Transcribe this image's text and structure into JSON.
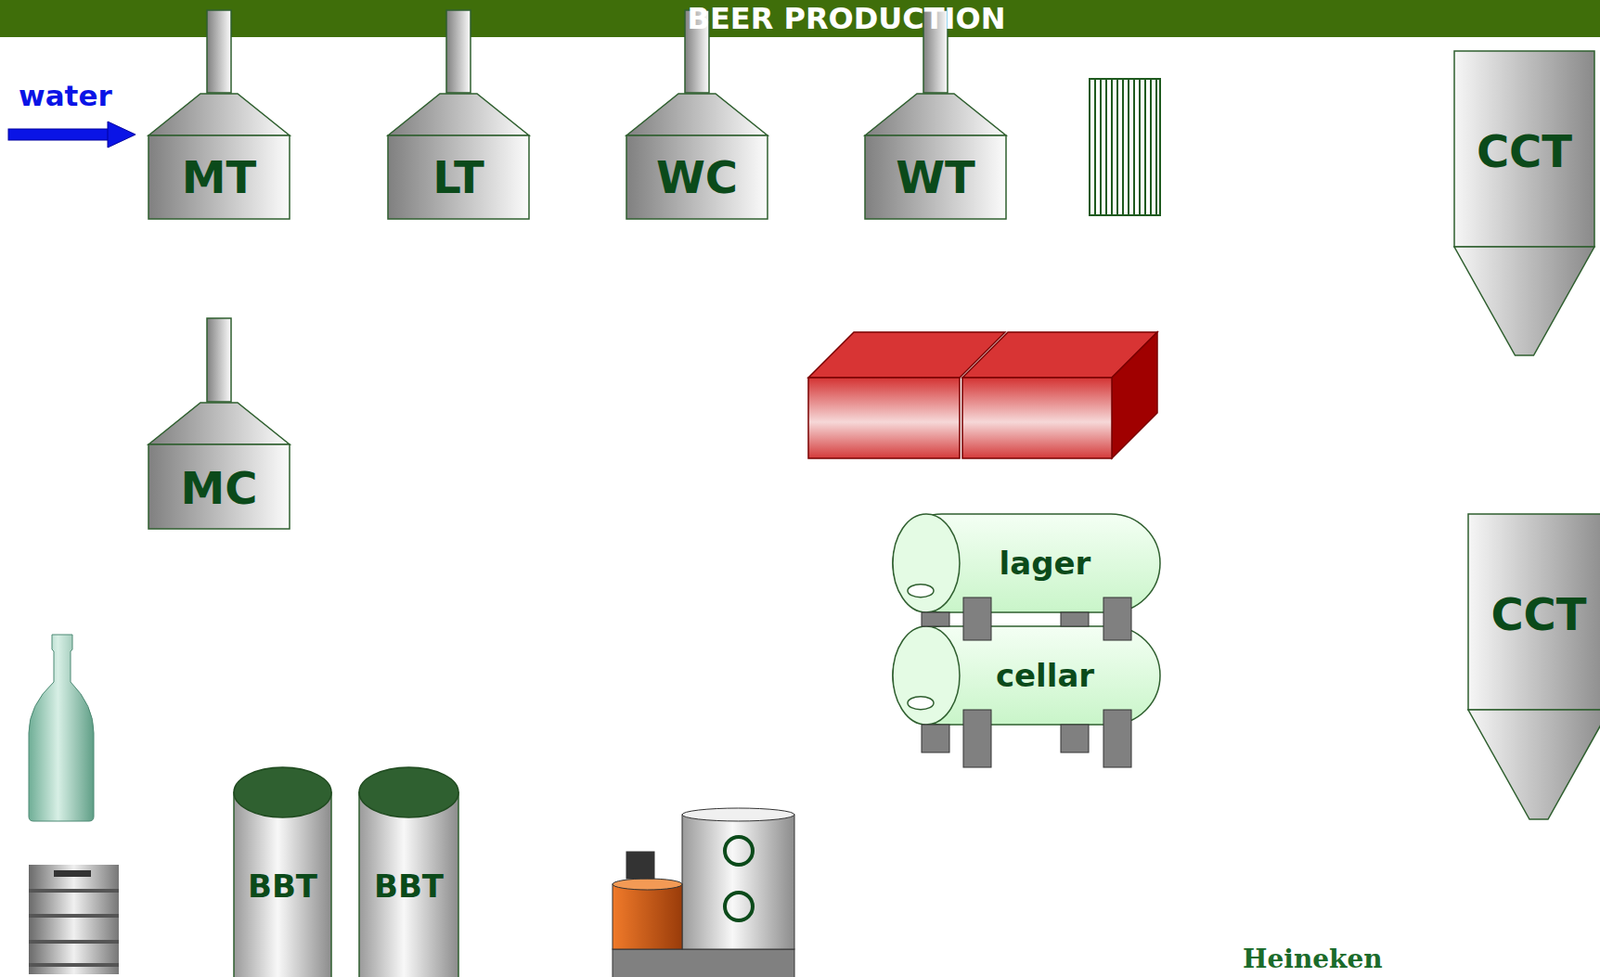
{
  "diagram": {
    "title": "BEER PRODUCTION",
    "nodes": [
      {
        "text": [
          "MT"
        ]
      },
      {
        "text": [
          "LT"
        ]
      },
      {
        "text": [
          "WC"
        ]
      },
      {
        "text": [
          "WT"
        ]
      },
      {
        "text": [
          "CCT"
        ]
      },
      {
        "text": [
          "MC"
        ]
      },
      {
        "text": [
          "lager"
        ]
      },
      {
        "text": [
          "cellar"
        ]
      },
      {
        "text": [
          "CCT"
        ]
      },
      {
        "text": [
          "BBT"
        ]
      },
      {
        "text": [
          "BBT"
        ]
      }
    ],
    "labels": [
      "water",
      "Heineken"
    ]
  }
}
